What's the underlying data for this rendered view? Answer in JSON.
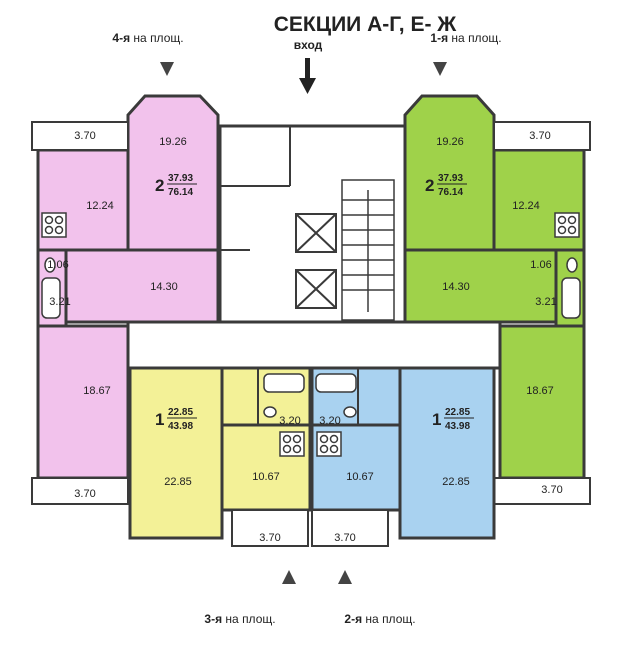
{
  "title": "СЕКЦИИ А-Г, Е- Ж",
  "entrance": "вход",
  "landing_labels": {
    "top_left": {
      "num": "4-я",
      "text": " на площ."
    },
    "top_right": {
      "num": "1-я",
      "text": " на площ."
    },
    "bottom_left": {
      "num": "3-я",
      "text": " на площ."
    },
    "bottom_right": {
      "num": "2-я",
      "text": " на площ."
    }
  },
  "apartments": [
    {
      "id": "apt4",
      "rooms": "2",
      "living": "37.93",
      "total": "76.14",
      "color": "#f2c2ec"
    },
    {
      "id": "apt1",
      "rooms": "2",
      "living": "37.93",
      "total": "76.14",
      "color": "#9fd24a"
    },
    {
      "id": "apt3",
      "rooms": "1",
      "living": "22.85",
      "total": "43.98",
      "color": "#f3f197"
    },
    {
      "id": "apt2",
      "rooms": "1",
      "living": "22.85",
      "total": "43.98",
      "color": "#a9d2f0"
    }
  ],
  "room_areas": {
    "a4_balcony": "3.70",
    "a4_bay": "19.26",
    "a4_kitchen": "12.24",
    "a4_wc": "1.06",
    "a4_bath": "3.21",
    "a4_hall": "14.30",
    "a4_room": "18.67",
    "a4_balcony_bottom": "3.70",
    "a1_balcony": "3.70",
    "a1_bay": "19.26",
    "a1_kitchen": "12.24",
    "a1_wc": "1.06",
    "a1_bath": "3.21",
    "a1_hall": "14.30",
    "a1_room": "18.67",
    "a1_balcony_bottom": "3.70",
    "a3_room": "22.85",
    "a3_bath": "3.20",
    "a3_kitchen": "10.67",
    "a3_balcony": "3.70",
    "a2_room": "22.85",
    "a2_bath": "3.20",
    "a2_kitchen": "10.67",
    "a2_balcony": "3.70"
  },
  "colors": {
    "wall": "#3a3a3a",
    "pink": "#f2c2ec",
    "green": "#9fd24a",
    "yellow": "#f3f197",
    "blue": "#a9d2f0",
    "common": "#ffffff",
    "balcony": "#f4f4f4"
  }
}
